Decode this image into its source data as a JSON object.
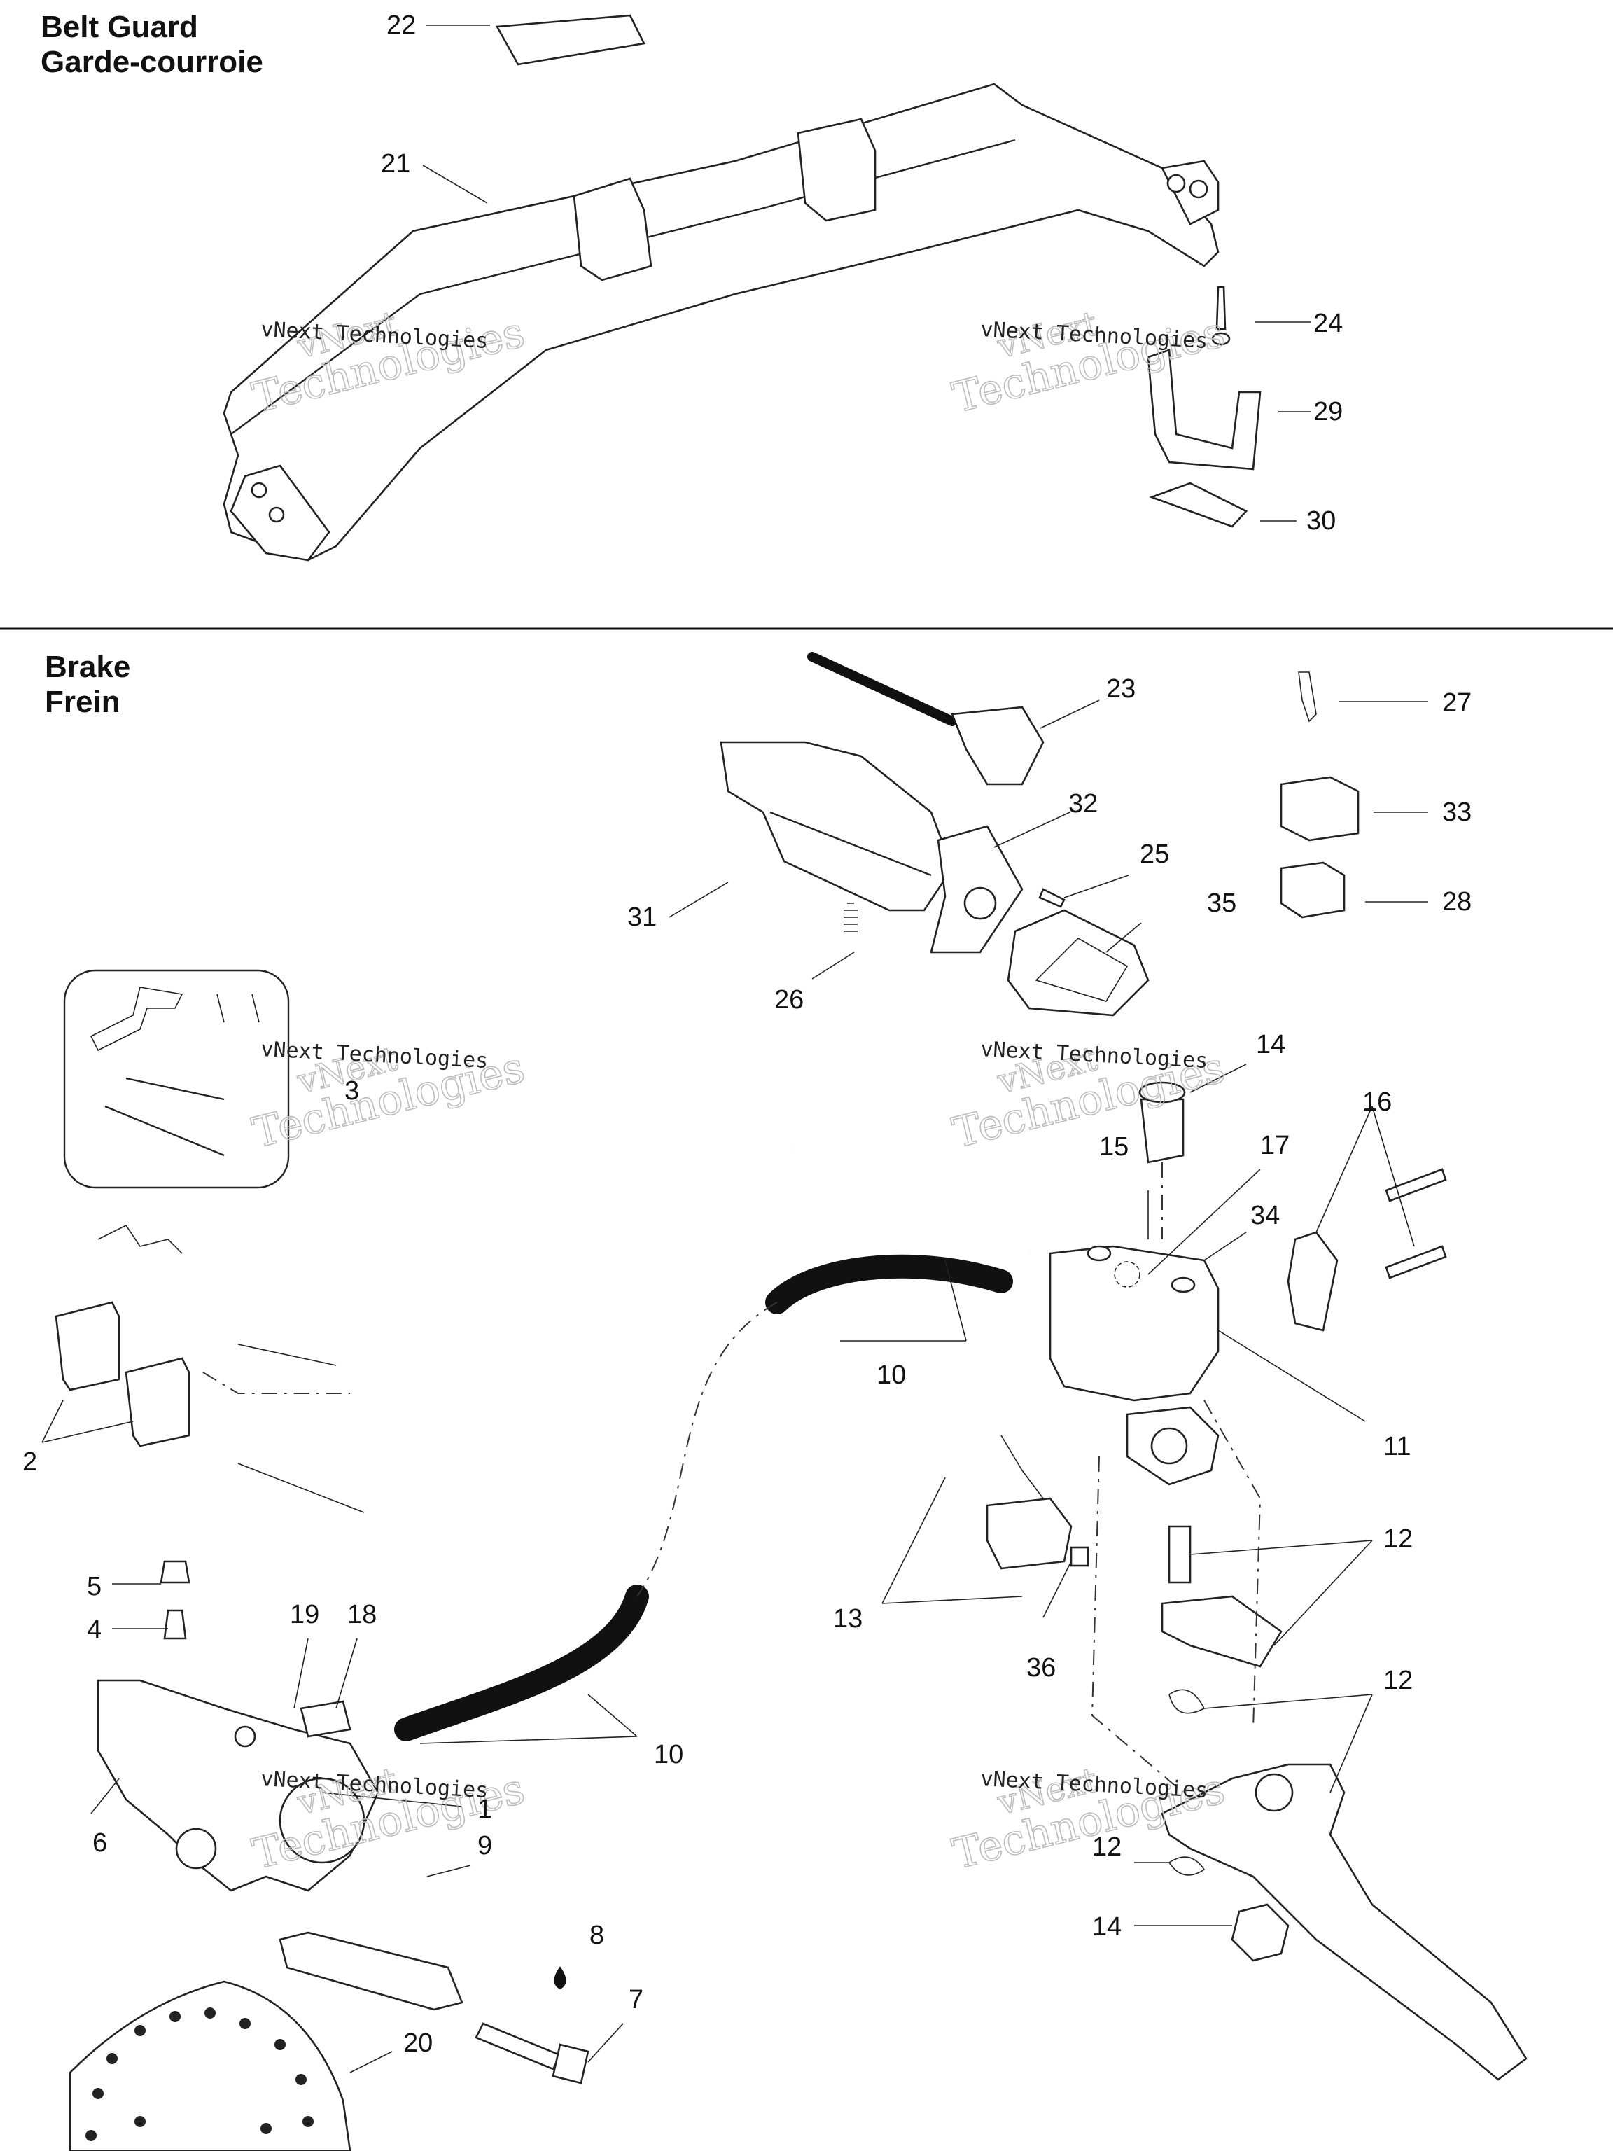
{
  "sections": {
    "belt_guard": {
      "title_en": "Belt Guard",
      "title_fr": "Garde-courroie"
    },
    "brake": {
      "title_en": "Brake",
      "title_fr": "Frein"
    }
  },
  "watermark": {
    "brand": "vNext",
    "company": "Technologies",
    "full": "vNext Technologies"
  },
  "callouts": {
    "c22": "22",
    "c21": "21",
    "c24": "24",
    "c29": "29",
    "c30": "30",
    "c23": "23",
    "c27": "27",
    "c32": "32",
    "c33": "33",
    "c25": "25",
    "c35": "35",
    "c28": "28",
    "c31": "31",
    "c26": "26",
    "c3": "3",
    "c14a": "14",
    "c16": "16",
    "c15": "15",
    "c17": "17",
    "c34": "34",
    "c10a": "10",
    "c11": "11",
    "c2": "2",
    "c12a": "12",
    "c13": "13",
    "c36": "36",
    "c5": "5",
    "c4": "4",
    "c19": "19",
    "c18": "18",
    "c10b": "10",
    "c12b": "12",
    "c1": "1",
    "c6": "6",
    "c9": "9",
    "c12c": "12",
    "c14b": "14",
    "c8": "8",
    "c7": "7",
    "c20": "20"
  }
}
